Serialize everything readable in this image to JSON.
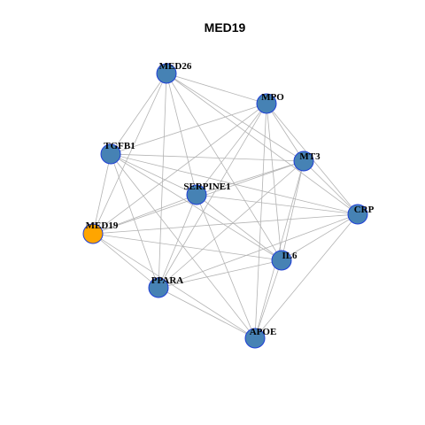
{
  "title": "MED19",
  "colors": {
    "background": "#ffffff",
    "node_default": "#4682b4",
    "node_highlight": "#ffa500",
    "node_border": "#1f3fd6",
    "edge": "#b3b3b3"
  },
  "network": {
    "nodes": [
      {
        "id": "MED26",
        "label": "MED26",
        "highlight": false
      },
      {
        "id": "MPO",
        "label": "MPO",
        "highlight": false
      },
      {
        "id": "TGFB1",
        "label": "TGFB1",
        "highlight": false
      },
      {
        "id": "MT3",
        "label": "MT3",
        "highlight": false
      },
      {
        "id": "SERPINE1",
        "label": "SERPINE1",
        "highlight": false
      },
      {
        "id": "CRP",
        "label": "CRP",
        "highlight": false
      },
      {
        "id": "MED19",
        "label": "MED19",
        "highlight": true
      },
      {
        "id": "IL6",
        "label": "IL6",
        "highlight": false
      },
      {
        "id": "PPARA",
        "label": "PPARA",
        "highlight": false
      },
      {
        "id": "APOE",
        "label": "APOE",
        "highlight": false
      }
    ],
    "edges": [
      [
        "MED26",
        "MPO"
      ],
      [
        "MED26",
        "TGFB1"
      ],
      [
        "MED26",
        "MT3"
      ],
      [
        "MED26",
        "SERPINE1"
      ],
      [
        "MED26",
        "CRP"
      ],
      [
        "MED26",
        "MED19"
      ],
      [
        "MED26",
        "IL6"
      ],
      [
        "MED26",
        "PPARA"
      ],
      [
        "MPO",
        "TGFB1"
      ],
      [
        "MPO",
        "MT3"
      ],
      [
        "MPO",
        "SERPINE1"
      ],
      [
        "MPO",
        "CRP"
      ],
      [
        "MPO",
        "IL6"
      ],
      [
        "MPO",
        "PPARA"
      ],
      [
        "MPO",
        "APOE"
      ],
      [
        "MPO",
        "MED19"
      ],
      [
        "TGFB1",
        "MT3"
      ],
      [
        "TGFB1",
        "SERPINE1"
      ],
      [
        "TGFB1",
        "CRP"
      ],
      [
        "TGFB1",
        "MED19"
      ],
      [
        "TGFB1",
        "IL6"
      ],
      [
        "TGFB1",
        "PPARA"
      ],
      [
        "TGFB1",
        "APOE"
      ],
      [
        "MT3",
        "SERPINE1"
      ],
      [
        "MT3",
        "CRP"
      ],
      [
        "MT3",
        "IL6"
      ],
      [
        "MT3",
        "PPARA"
      ],
      [
        "MT3",
        "APOE"
      ],
      [
        "MT3",
        "MED19"
      ],
      [
        "SERPINE1",
        "CRP"
      ],
      [
        "SERPINE1",
        "IL6"
      ],
      [
        "SERPINE1",
        "PPARA"
      ],
      [
        "SERPINE1",
        "APOE"
      ],
      [
        "SERPINE1",
        "MED19"
      ],
      [
        "CRP",
        "MED19"
      ],
      [
        "CRP",
        "IL6"
      ],
      [
        "CRP",
        "PPARA"
      ],
      [
        "CRP",
        "APOE"
      ],
      [
        "MED19",
        "IL6"
      ],
      [
        "MED19",
        "PPARA"
      ],
      [
        "MED19",
        "APOE"
      ],
      [
        "IL6",
        "PPARA"
      ],
      [
        "IL6",
        "APOE"
      ],
      [
        "PPARA",
        "APOE"
      ]
    ]
  }
}
